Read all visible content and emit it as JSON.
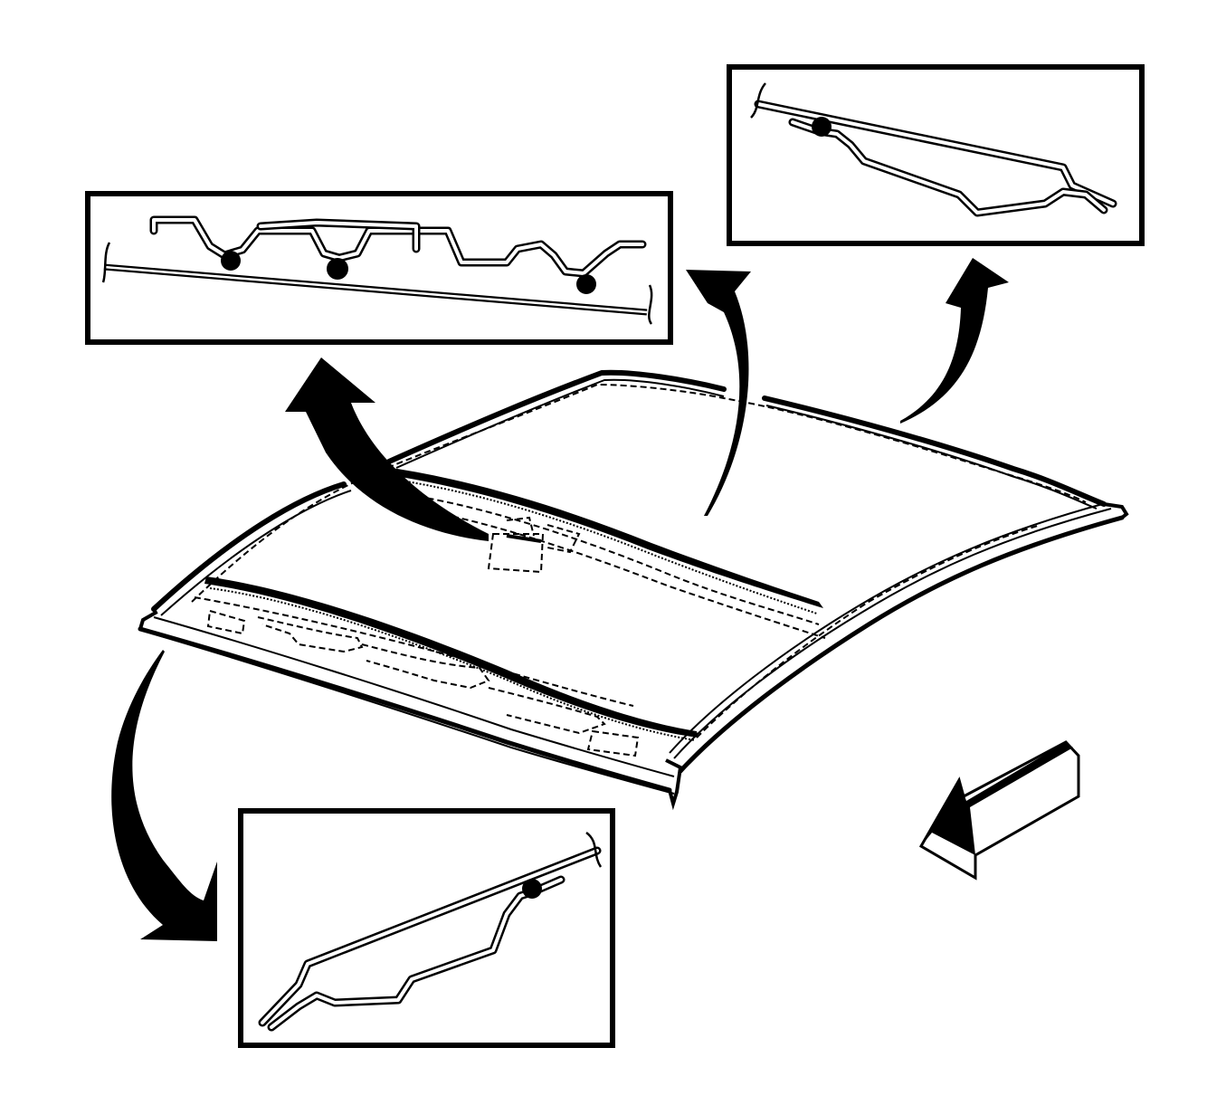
{
  "diagram": {
    "colors": {
      "ink": "#000000",
      "paper": "#ffffff"
    },
    "icons": {
      "callout_arrow": "curved-callout-arrow-icon",
      "direction_arrow": "front-direction-arrow-icon",
      "weld": "weld-point-icon"
    },
    "callouts": [
      {
        "name": "top-left-detail",
        "weld_points": 3
      },
      {
        "name": "top-right-detail",
        "weld_points": 1
      },
      {
        "name": "bottom-detail",
        "weld_points": 1
      }
    ]
  }
}
